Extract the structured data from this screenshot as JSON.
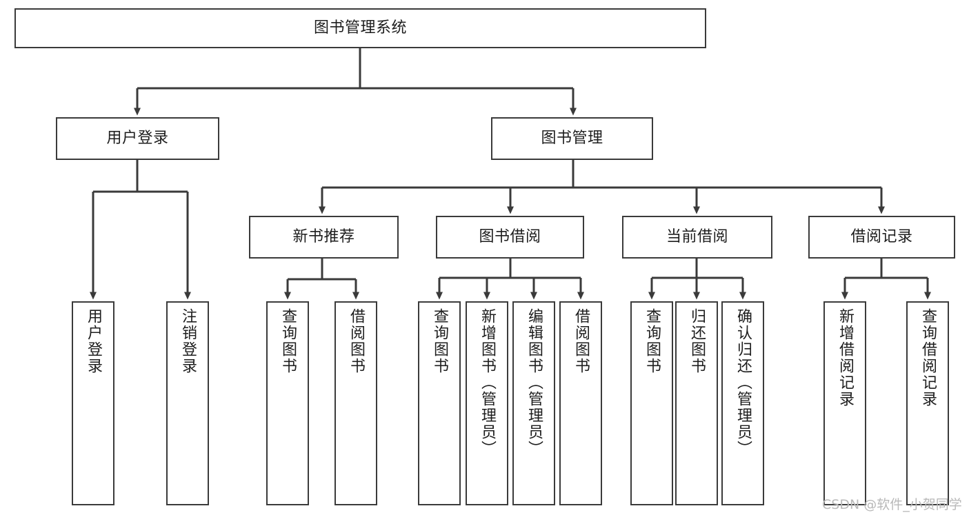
{
  "diagram": {
    "title": "图书管理系统",
    "type": "tree-hierarchy-chart",
    "root": {
      "label": "图书管理系统"
    },
    "level2": [
      {
        "label": "用户登录"
      },
      {
        "label": "图书管理"
      }
    ],
    "level3": [
      {
        "label": "新书推荐"
      },
      {
        "label": "图书借阅"
      },
      {
        "label": "当前借阅"
      },
      {
        "label": "借阅记录"
      }
    ],
    "leaves": {
      "user_login": [
        {
          "label": "用户登录"
        },
        {
          "label": "注销登录"
        }
      ],
      "new_book_recommend": [
        {
          "label": "查询图书"
        },
        {
          "label": "借阅图书"
        }
      ],
      "book_borrow": [
        {
          "label": "查询图书"
        },
        {
          "label": "新增图书（管理员）"
        },
        {
          "label": "编辑图书（管理员）"
        },
        {
          "label": "借阅图书"
        }
      ],
      "current_borrow": [
        {
          "label": "查询图书"
        },
        {
          "label": "归还图书"
        },
        {
          "label": "确认归还（管理员）"
        }
      ],
      "borrow_record": [
        {
          "label": "新增借阅记录"
        },
        {
          "label": "查询借阅记录"
        }
      ]
    }
  },
  "watermark": {
    "text": "CSDN @软件_小贺同学"
  },
  "colors": {
    "box_border": "#3a3a3a",
    "box_fill": "#ffffff",
    "connector": "#3a3a3a",
    "text": "#1d1d1d",
    "watermark": "#b9b9b9",
    "background": "#ffffff"
  }
}
